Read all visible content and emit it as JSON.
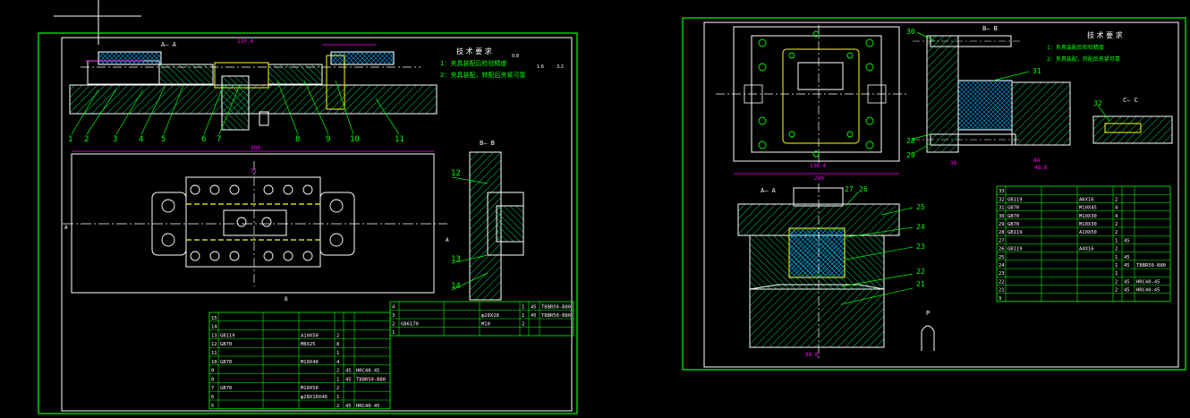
{
  "colors": {
    "background": "#000000",
    "frame": "#00ff00",
    "inner_frame": "#ffffff",
    "part_outline": "#ffffff",
    "hatch": "#00cc66",
    "dimension": "#ff00ff",
    "center": "#ffffff",
    "accent_yellow": "#ffff00",
    "accent_red": "#ff3333",
    "accent_cyan": "#00ffff",
    "text_green": "#00ff00",
    "text_white": "#ffffff"
  },
  "left_sheet": {
    "section_aa_label": "A— A",
    "section_bb_label": "B— B",
    "tech_req_title": "技 术 要 求",
    "tech_req_items": [
      "1：夹具装配后检验精度",
      "2：夹具装配，转配后夹紧可靠"
    ],
    "roughness_symbols": [
      "0.8",
      "1.6",
      "3.2"
    ],
    "balloon_numbers": [
      "1",
      "2",
      "3",
      "4",
      "5",
      "6",
      "7",
      "8",
      "9",
      "10",
      "11",
      "12",
      "13",
      "14"
    ],
    "overall_dim": "380",
    "dim_labels": [
      "120.4",
      "71",
      "A",
      "A",
      "B",
      "B"
    ],
    "bom_rows": [
      {
        "no": "4",
        "std": "",
        "name": "",
        "spec": "",
        "qty": "1",
        "mat": "45",
        "note": "T8BR50-B80"
      },
      {
        "no": "3",
        "std": "",
        "name": "",
        "spec": "φ28X28",
        "qty": "1",
        "mat": "45",
        "note": "T8BR50-B80"
      },
      {
        "no": "2",
        "std": "GB6170",
        "name": "",
        "spec": "M10",
        "qty": "2",
        "mat": "",
        "note": ""
      },
      {
        "no": "1",
        "std": "",
        "name": "",
        "spec": "",
        "qty": "",
        "mat": "",
        "note": ""
      }
    ],
    "bom_rows_lower": [
      {
        "no": "15",
        "std": "",
        "name": "",
        "spec": "",
        "qty": "",
        "mat": "",
        "note": ""
      },
      {
        "no": "14",
        "std": "",
        "name": "",
        "spec": "",
        "qty": "",
        "mat": "",
        "note": ""
      },
      {
        "no": "13",
        "std": "GB119",
        "name": "",
        "spec": "A10X50",
        "qty": "2",
        "mat": "",
        "note": ""
      },
      {
        "no": "12",
        "std": "GB70",
        "name": "",
        "spec": "M8X25",
        "qty": "8",
        "mat": "",
        "note": ""
      },
      {
        "no": "11",
        "std": "",
        "name": "",
        "spec": "",
        "qty": "1",
        "mat": "",
        "note": ""
      },
      {
        "no": "10",
        "std": "GB70",
        "name": "",
        "spec": "M10X40",
        "qty": "4",
        "mat": "",
        "note": ""
      },
      {
        "no": "9",
        "std": "",
        "name": "",
        "spec": "",
        "qty": "2",
        "mat": "45",
        "note": "HRC40-45"
      },
      {
        "no": "8",
        "std": "",
        "name": "",
        "spec": "",
        "qty": "1",
        "mat": "45",
        "note": "T8BR50-B80"
      },
      {
        "no": "7",
        "std": "GB70",
        "name": "",
        "spec": "M10X50",
        "qty": "2",
        "mat": "",
        "note": ""
      },
      {
        "no": "6",
        "std": "",
        "name": "",
        "spec": "φ28X10X40",
        "qty": "1",
        "mat": "",
        "note": ""
      },
      {
        "no": "5",
        "std": "",
        "name": "",
        "spec": "",
        "qty": "2",
        "mat": "45",
        "note": "HRC40-45"
      }
    ]
  },
  "right_sheet": {
    "section_bb_label": "B— B",
    "section_cc_label": "C— C",
    "section_aa_label": "A— A",
    "detail_label": "P",
    "tech_req_title": "技 术 要 求",
    "tech_req_items": [
      "1：夹具装配后检验精度",
      "2：夹具装配，转配后夹紧可靠"
    ],
    "balloon_numbers": [
      "21",
      "22",
      "23",
      "24",
      "25",
      "26",
      "27",
      "28",
      "29",
      "30",
      "31",
      "32"
    ],
    "dim_labels": [
      "200",
      "136.4",
      "36",
      "84",
      "48.8",
      "88.8"
    ],
    "bom_rows": [
      {
        "no": "33",
        "std": "",
        "name": "",
        "spec": "",
        "qty": "",
        "mat": "",
        "note": ""
      },
      {
        "no": "32",
        "std": "GB119",
        "name": "",
        "spec": "A6X16",
        "qty": "2",
        "mat": "",
        "note": ""
      },
      {
        "no": "31",
        "std": "GB70",
        "name": "",
        "spec": "M10X45",
        "qty": "4",
        "mat": "",
        "note": ""
      },
      {
        "no": "30",
        "std": "GB70",
        "name": "",
        "spec": "M10X30",
        "qty": "4",
        "mat": "",
        "note": ""
      },
      {
        "no": "29",
        "std": "GB70",
        "name": "",
        "spec": "M10X30",
        "qty": "2",
        "mat": "",
        "note": ""
      },
      {
        "no": "28",
        "std": "GB119",
        "name": "",
        "spec": "A10X50",
        "qty": "2",
        "mat": "",
        "note": ""
      },
      {
        "no": "27",
        "std": "",
        "name": "",
        "spec": "",
        "qty": "1",
        "mat": "45",
        "note": ""
      },
      {
        "no": "26",
        "std": "GB119",
        "name": "",
        "spec": "A4X16",
        "qty": "2",
        "mat": "",
        "note": ""
      },
      {
        "no": "25",
        "std": "",
        "name": "",
        "spec": "",
        "qty": "1",
        "mat": "45",
        "note": ""
      },
      {
        "no": "24",
        "std": "",
        "name": "",
        "spec": "",
        "qty": "1",
        "mat": "45",
        "note": "T8BR50-B80"
      },
      {
        "no": "23",
        "std": "",
        "name": "",
        "spec": "",
        "qty": "1",
        "mat": "",
        "note": ""
      },
      {
        "no": "22",
        "std": "",
        "name": "",
        "spec": "",
        "qty": "2",
        "mat": "45",
        "note": "HRC40-45"
      },
      {
        "no": "21",
        "std": "",
        "name": "",
        "spec": "",
        "qty": "2",
        "mat": "45",
        "note": "HRC40-45"
      },
      {
        "no": "9",
        "std": "",
        "name": "",
        "spec": "",
        "qty": "",
        "mat": "",
        "note": ""
      }
    ]
  }
}
